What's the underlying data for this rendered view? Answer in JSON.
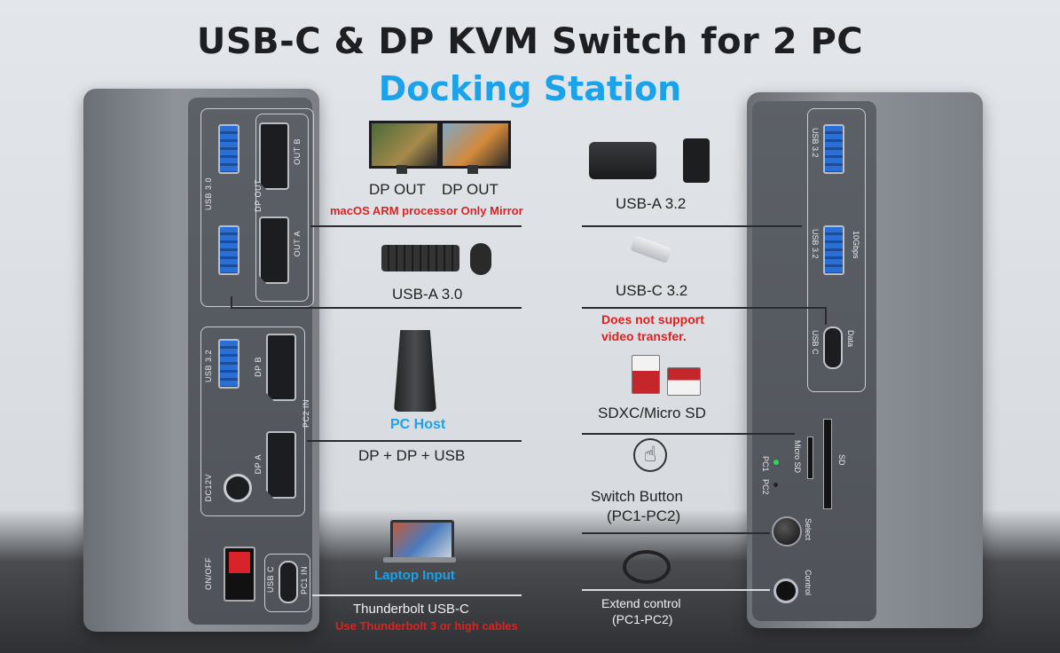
{
  "title": "USB-C & DP KVM Switch for 2 PC",
  "subtitle": "Docking Station",
  "left_ports": {
    "usb30": "USB 3.0",
    "dp_out": "DP OUT",
    "out_b": "OUT B",
    "out_a": "OUT A",
    "usb32": "USB 3.2",
    "dp_b": "DP B",
    "dp_a": "DP A",
    "pc2_in": "PC2 IN",
    "dc12v": "DC12V",
    "onoff": "ON/OFF",
    "usbc": "USB C",
    "pc1_in": "PC1 IN"
  },
  "right_ports": {
    "usb32_top": "USB 3.2",
    "usb32_mid": "USB 3.2",
    "gbps": "10Gbps",
    "usbc": "USB C",
    "data": "Data",
    "microsd": "Micro SD",
    "sd": "SD",
    "pc1": "PC1",
    "pc2": "PC2",
    "select": "Select",
    "control": "Control"
  },
  "callouts": {
    "dp_out_1": "DP OUT",
    "dp_out_2": "DP OUT",
    "dp_note": "macOS ARM processor Only Mirror",
    "usba30": "USB-A 3.0",
    "pc_host": "PC Host",
    "pc_host_desc": "DP + DP + USB",
    "laptop": "Laptop Input",
    "thunderbolt": "Thunderbolt USB-C",
    "thunderbolt_note": "Use Thunderbolt 3 or high cables",
    "usba32": "USB-A 3.2",
    "usbc32": "USB-C 3.2",
    "usbc_note_1": "Does not support",
    "usbc_note_2": "video transfer.",
    "sd": "SDXC/Micro SD",
    "switch_1": "Switch Button",
    "switch_2": "(PC1-PC2)",
    "extend_1": "Extend control",
    "extend_2": "(PC1-PC2)"
  },
  "colors": {
    "accent": "#1aa3ea",
    "warning": "#e0201f",
    "port_blue": "#2a6fd6"
  }
}
